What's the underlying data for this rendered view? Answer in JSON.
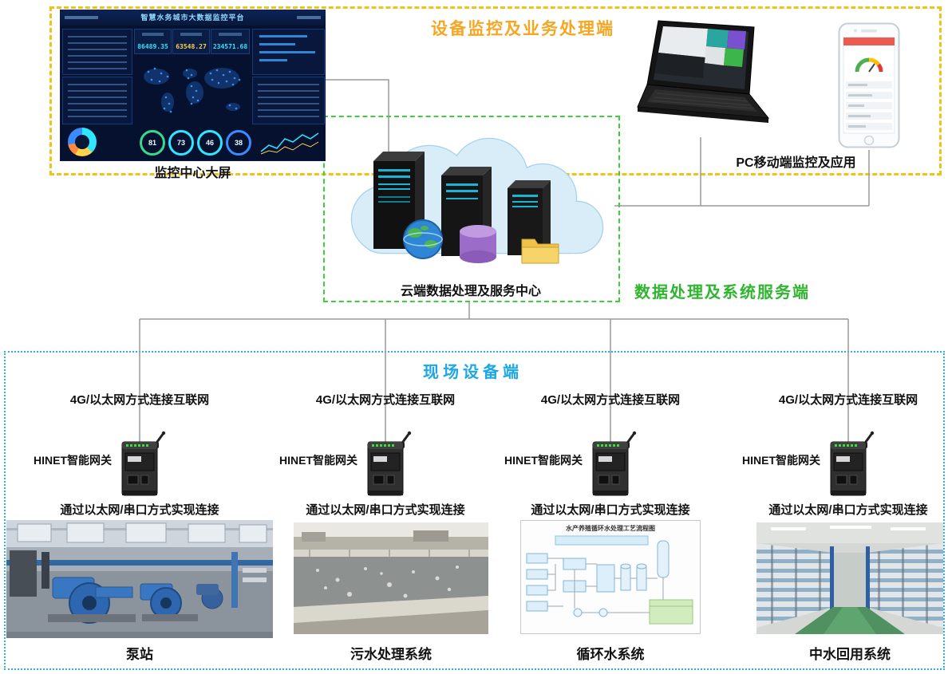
{
  "zones": {
    "monitor": {
      "title": "设备监控及业务处理端"
    },
    "service": {
      "title": "数据处理及系统服务端"
    },
    "field": {
      "title": "现场设备端"
    }
  },
  "colors": {
    "monitor_border": "#eec41c",
    "monitor_title": "#f5a623",
    "service_border": "#3ecf3e",
    "service_title": "#2fb52f",
    "field_border": "#2bb1e8",
    "field_title": "#1ba7e8",
    "connector": "#999999",
    "gateway_led": "#3ae03a"
  },
  "dashboard": {
    "caption": "监控中心大屏",
    "title": "智慧水务城市大数据监控平台",
    "stats": [
      {
        "value": "86489.35",
        "color": "#2ee6ff"
      },
      {
        "value": "63548.27",
        "color": "#ffd24a"
      },
      {
        "value": "234571.68",
        "color": "#2ee6ff"
      }
    ],
    "gauges": [
      {
        "value": "81",
        "color": "#39d98a"
      },
      {
        "value": "73",
        "color": "#2ee6ff"
      },
      {
        "value": "46",
        "color": "#2ee6ff"
      },
      {
        "value": "38",
        "color": "#3a8bff"
      }
    ]
  },
  "pc_mobile": {
    "caption": "PC移动端监控及应用"
  },
  "cloud": {
    "caption": "云端数据处理及服务中心"
  },
  "flow_diagram": {
    "title": "水产养殖循环水处理工艺流程图"
  },
  "field_columns": [
    {
      "net_label": "4G/以太网方式连接互联网",
      "gateway_label": "HINET智能网关",
      "conn_label": "通过以太网/串口方式实现连接",
      "system_label": "泵站"
    },
    {
      "net_label": "4G/以太网方式连接互联网",
      "gateway_label": "HINET智能网关",
      "conn_label": "通过以太网/串口方式实现连接",
      "system_label": "污水处理系统"
    },
    {
      "net_label": "4G/以太网方式连接互联网",
      "gateway_label": "HINET智能网关",
      "conn_label": "通过以太网/串口方式实现连接",
      "system_label": "循环水系统"
    },
    {
      "net_label": "4G/以太网方式连接互联网",
      "gateway_label": "HINET智能网关",
      "conn_label": "通过以太网/串口方式实现连接",
      "system_label": "中水回用系统"
    }
  ]
}
